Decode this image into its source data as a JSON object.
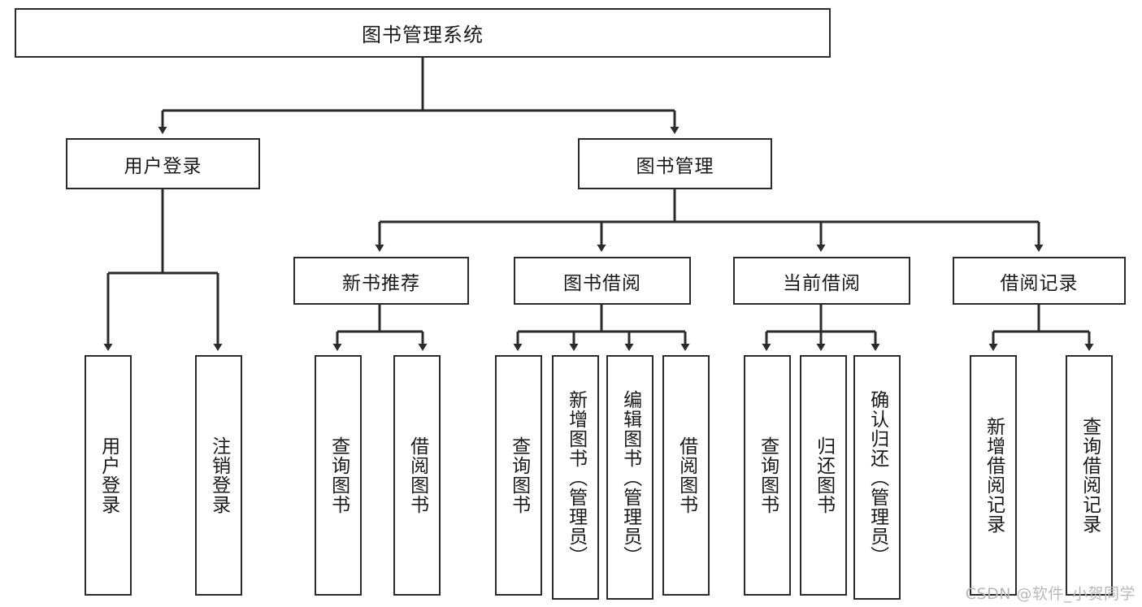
{
  "diagram": {
    "title": "图书管理系统",
    "watermark": "CSDN @软件_小贺同学",
    "root": {
      "label": "图书管理系统"
    },
    "level2": [
      {
        "label": "用户登录"
      },
      {
        "label": "图书管理"
      }
    ],
    "level3": [
      {
        "label": "新书推荐"
      },
      {
        "label": "图书借阅"
      },
      {
        "label": "当前借阅"
      },
      {
        "label": "借阅记录"
      }
    ],
    "leaves_user_login": [
      {
        "label": "用户登录"
      },
      {
        "label": "注销登录"
      }
    ],
    "leaves_new_book": [
      {
        "label": "查询图书"
      },
      {
        "label": "借阅图书"
      }
    ],
    "leaves_borrow": [
      {
        "label": "查询图书"
      },
      {
        "label": "新增图书（管理员）"
      },
      {
        "label": "编辑图书（管理员）"
      },
      {
        "label": "借阅图书"
      }
    ],
    "leaves_current": [
      {
        "label": "查询图书"
      },
      {
        "label": "归还图书"
      },
      {
        "label": "确认归还（管理员）"
      }
    ],
    "leaves_records": [
      {
        "label": "新增借阅记录"
      },
      {
        "label": "查询借阅记录"
      }
    ],
    "colors": {
      "stroke": "#2b2b2b",
      "fill": "#ffffff",
      "text": "#1a1a1a",
      "watermark": "#b9b9b9"
    }
  }
}
